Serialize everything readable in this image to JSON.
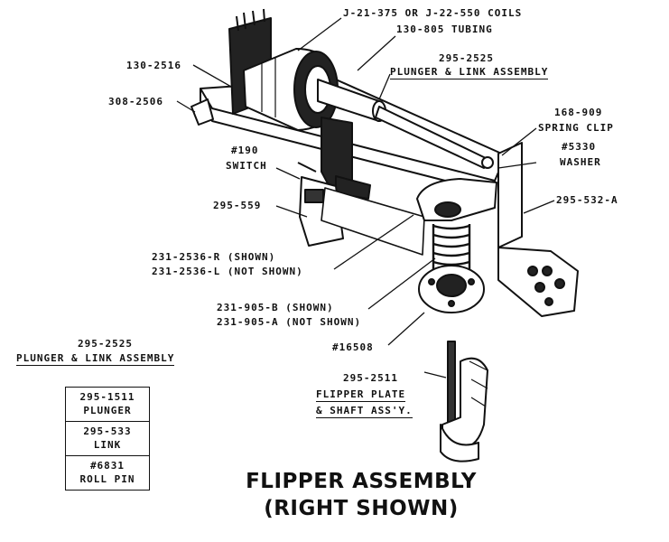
{
  "labels": {
    "coils": "J-21-375 OR J-22-550 COILS",
    "tubing": "130-805 TUBING",
    "plunger_link_num": "295-2525",
    "plunger_link_name": "PLUNGER & LINK ASSEMBLY",
    "bracket_130": "130-2516",
    "bracket_308": "308-2506",
    "spring_clip_num": "168-909",
    "spring_clip_name": "SPRING CLIP",
    "washer_num": "#5330",
    "washer_name": "WASHER",
    "switch_num": "#190",
    "switch_name": "SWITCH",
    "part_559": "295-559",
    "part_532a": "295-532-A",
    "crank_r": "231-2536-R (SHOWN)",
    "crank_l": "231-2536-L (NOT SHOWN)",
    "spring_b": "231-905-B (SHOWN)",
    "spring_a": "231-905-A (NOT SHOWN)",
    "bushing": "#16508",
    "flipper_num": "295-2511",
    "flipper_name": "FLIPPER PLATE",
    "flipper_name2": "& SHAFT ASS'Y."
  },
  "table": {
    "header_num": "295-2525",
    "header_name": "PLUNGER & LINK ASSEMBLY",
    "rows": [
      {
        "num": "295-1511",
        "name": "PLUNGER"
      },
      {
        "num": "295-533",
        "name": "LINK"
      },
      {
        "num": "#6831",
        "name": "ROLL PIN"
      }
    ]
  },
  "title": {
    "line1": "FLIPPER ASSEMBLY",
    "line2": "(RIGHT SHOWN)"
  }
}
